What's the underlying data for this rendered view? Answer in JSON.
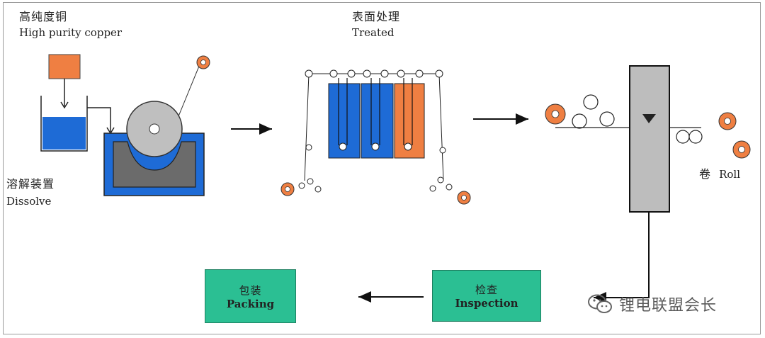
{
  "stages": {
    "dissolve_top": {
      "cn": "高纯度铜",
      "en": "High purity copper"
    },
    "dissolve_bottom": {
      "cn": "溶解装置",
      "en": "Dissolve"
    },
    "treated": {
      "cn": "表面处理",
      "en": "Treated"
    },
    "roll": {
      "cn": "卷",
      "en": "Roll"
    },
    "inspection": {
      "cn": "检查",
      "en": "Inspection"
    },
    "packing": {
      "cn": "包装",
      "en": "Packing"
    }
  },
  "watermark": {
    "text": "锂电联盟会长",
    "icon": "wechat-icon"
  },
  "colors": {
    "copper": "#ef7f42",
    "solution_blue": "#1e6bd6",
    "tank_gray": "#6b6b6b",
    "drum_gray": "#bfbfbf",
    "box_green": "#2bbf93",
    "press_gray": "#bdbdbd"
  }
}
